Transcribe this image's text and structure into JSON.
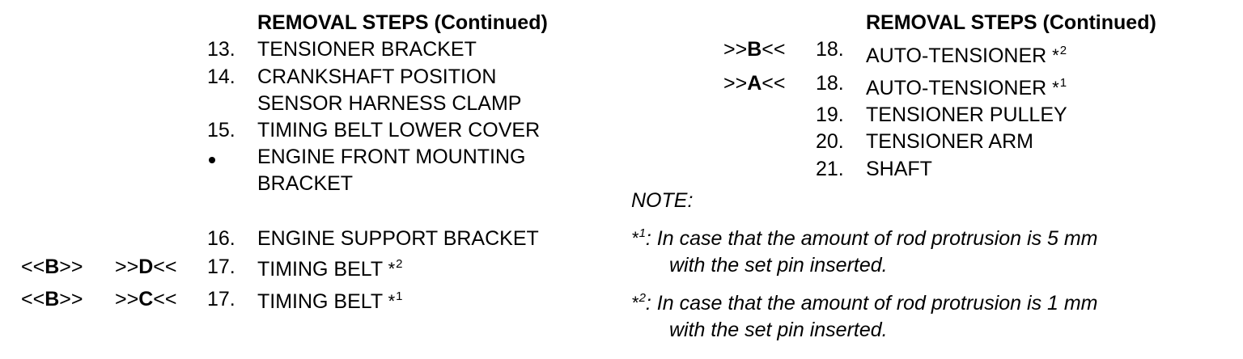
{
  "left_column": {
    "heading": "REMOVAL STEPS (Continued)",
    "items": [
      {
        "num": "13.",
        "lines": [
          "TENSIONER BRACKET"
        ]
      },
      {
        "num": "14.",
        "lines": [
          "CRANKSHAFT POSITION",
          "SENSOR HARNESS CLAMP"
        ]
      },
      {
        "num": "15.",
        "lines": [
          "TIMING BELT LOWER COVER"
        ]
      },
      {
        "num": "•",
        "lines": [
          "ENGINE FRONT MOUNTING",
          "BRACKET"
        ]
      },
      {
        "num": "16.",
        "lines": [
          "ENGINE SUPPORT BRACKET"
        ]
      },
      {
        "num": "17.",
        "lines": [
          "TIMING BELT"
        ],
        "ref1_pre": "<<",
        "ref1_letter": "B",
        "ref1_post": ">>",
        "ref2_pre": ">>",
        "ref2_letter": "D",
        "ref2_post": "<<",
        "star": "*",
        "sup": "2"
      },
      {
        "num": "17.",
        "lines": [
          "TIMING BELT"
        ],
        "ref1_pre": "<<",
        "ref1_letter": "B",
        "ref1_post": ">>",
        "ref2_pre": ">>",
        "ref2_letter": "C",
        "ref2_post": "<<",
        "star": "*",
        "sup": "1"
      }
    ]
  },
  "right_column": {
    "heading": "REMOVAL STEPS (Continued)",
    "items": [
      {
        "num": "18.",
        "lines": [
          "AUTO-TENSIONER"
        ],
        "ref_pre": ">>",
        "ref_letter": "B",
        "ref_post": "<<",
        "star": "*",
        "sup": "2"
      },
      {
        "num": "18.",
        "lines": [
          "AUTO-TENSIONER"
        ],
        "ref_pre": ">>",
        "ref_letter": "A",
        "ref_post": "<<",
        "star": "*",
        "sup": "1"
      },
      {
        "num": "19.",
        "lines": [
          "TENSIONER PULLEY"
        ]
      },
      {
        "num": "20.",
        "lines": [
          "TENSIONER ARM"
        ]
      },
      {
        "num": "21.",
        "lines": [
          "SHAFT"
        ]
      }
    ],
    "note": {
      "title": "NOTE:",
      "entries": [
        {
          "star": "*",
          "sup": "1",
          "line1": ": In case that the amount of rod protrusion is 5 mm",
          "line2": "with the set pin inserted."
        },
        {
          "star": "*",
          "sup": "2",
          "line1": ": In case that the amount of rod protrusion is 1 mm",
          "line2": "with the set pin inserted."
        }
      ]
    }
  }
}
